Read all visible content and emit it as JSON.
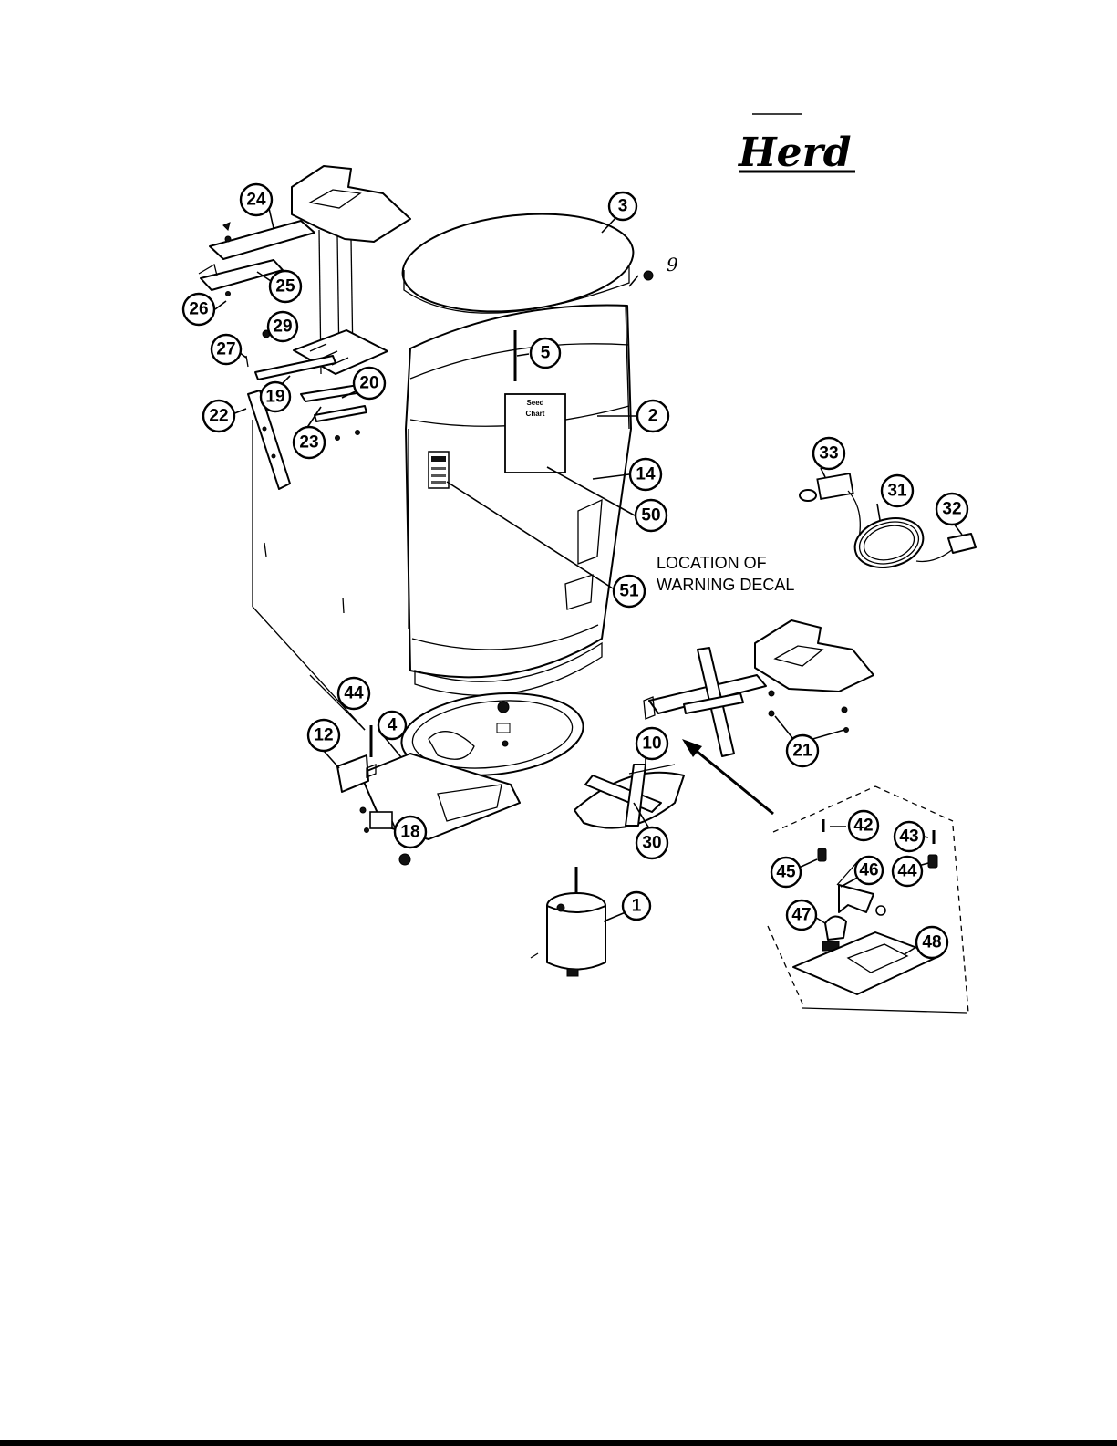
{
  "brand": "Herd",
  "caption": {
    "line1": "LOCATION OF",
    "line2": "WARNING DECAL"
  },
  "seed_chart": {
    "line1": "Seed",
    "line2": "Chart"
  },
  "callouts": {
    "c1": "1",
    "c2": "2",
    "c3": "3",
    "c4": "4",
    "c5": "5",
    "c9": "9",
    "c10": "10",
    "c12": "12",
    "c14": "14",
    "c18": "18",
    "c19": "19",
    "c20": "20",
    "c21": "21",
    "c22": "22",
    "c23": "23",
    "c24": "24",
    "c25": "25",
    "c26": "26",
    "c27": "27",
    "c29": "29",
    "c30": "30",
    "c31": "31",
    "c32": "32",
    "c33": "33",
    "c42": "42",
    "c43": "43",
    "c44a": "44",
    "c44b": "44",
    "c45": "45",
    "c46": "46",
    "c47": "47",
    "c48": "48",
    "c50": "50",
    "c51": "51"
  }
}
